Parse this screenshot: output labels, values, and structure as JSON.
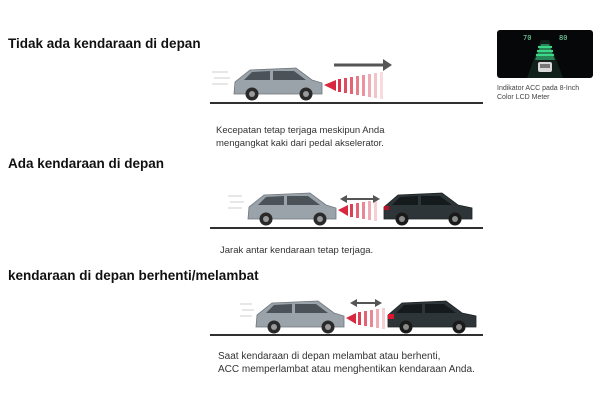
{
  "sections": [
    {
      "heading": "Tidak ada kendaraan di depan",
      "caption_lines": [
        "Kecepatan tetap terjaga meskipun Anda",
        "mengangkat kaki dari pedal akselerator."
      ]
    },
    {
      "heading": "Ada kendaraan di depan",
      "caption_lines": [
        "Jarak antar kendaraan tetap terjaga."
      ]
    },
    {
      "heading": "kendaraan di depan berhenti/melambat",
      "caption_lines": [
        "Saat kendaraan di depan melambat atau berhenti,",
        "ACC memperlambat atau menghentikan kendaraan Anda."
      ]
    }
  ],
  "indicator": {
    "caption_lines": [
      "Indikator ACC pada 8-Inch",
      "Color LCD Meter"
    ],
    "speed_left": "70",
    "speed_right": "80"
  },
  "colors": {
    "radar": "#d4102a",
    "arrow": "#555555",
    "own_car": "#9aa2aa",
    "lead_car": "#2e3538",
    "road": "#2f2f2f",
    "screen_accent": "#3bd889"
  }
}
